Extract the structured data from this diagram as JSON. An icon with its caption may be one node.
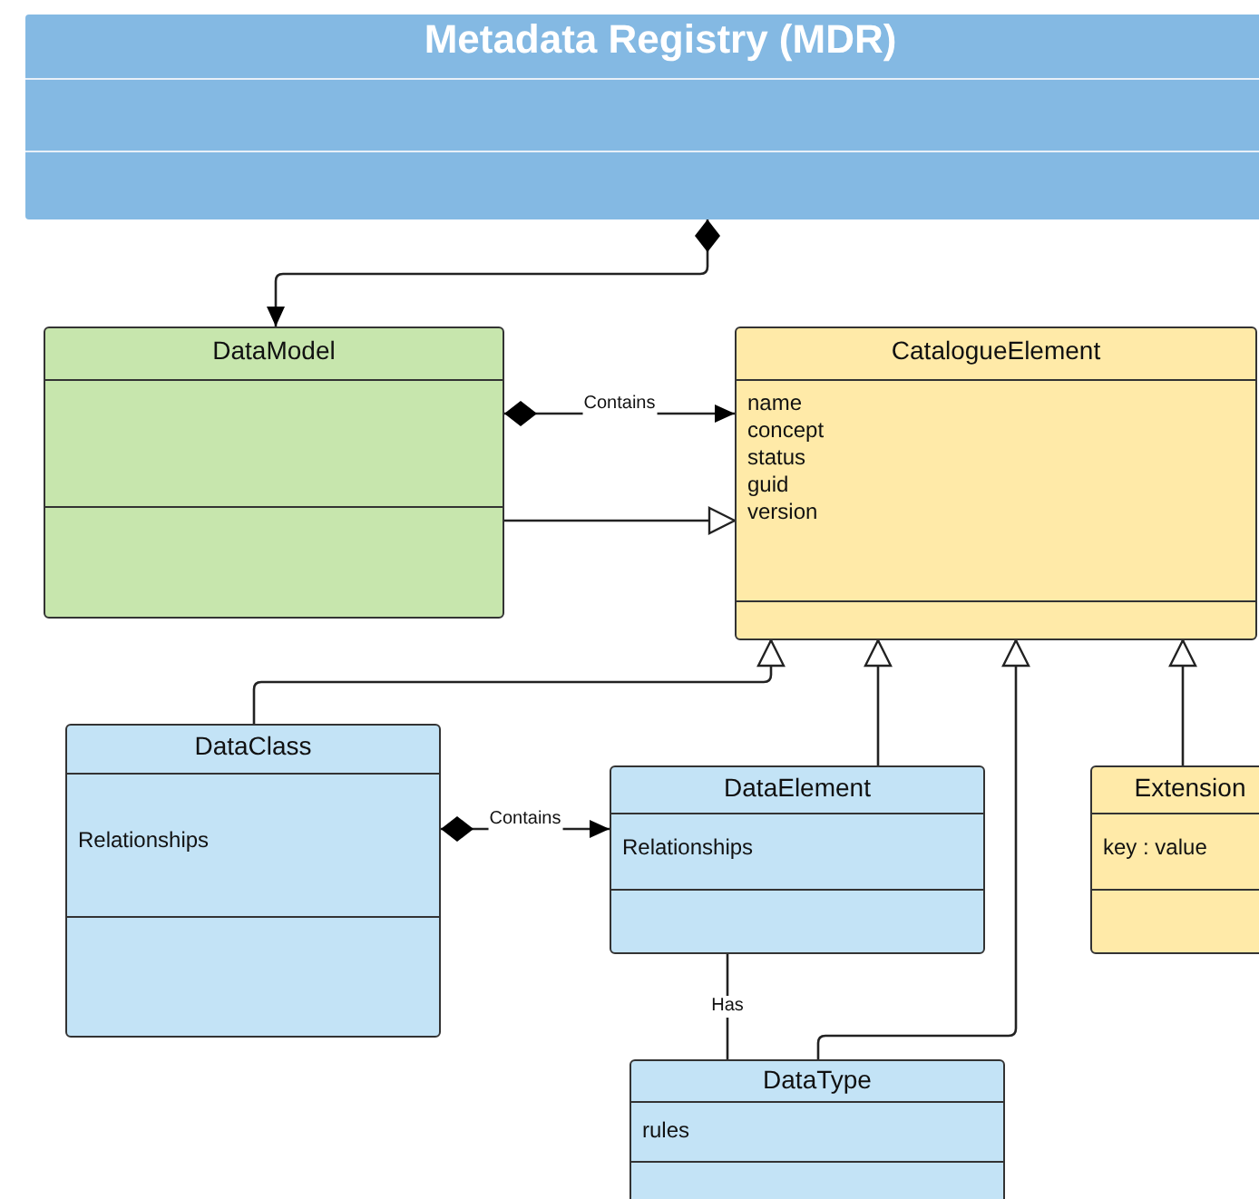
{
  "diagram": {
    "nodes": [
      {
        "text": [
          "Metadata Registry (MDR)"
        ]
      },
      {
        "text": [
          "DataModel"
        ]
      },
      {
        "text": [
          "CatalogueElement",
          "name",
          "concept",
          "status",
          "guid",
          "version"
        ]
      },
      {
        "text": [
          "DataClass",
          "Relationships"
        ]
      },
      {
        "text": [
          "DataElement",
          "Relationships"
        ]
      },
      {
        "text": [
          "Extension",
          "key : value"
        ]
      },
      {
        "text": [
          "DataType",
          "rules"
        ]
      }
    ],
    "edges": [
      {
        "from": 0,
        "to": 1,
        "arrow": "to"
      },
      {
        "from": 1,
        "to": 2,
        "arrow": "to",
        "label": "Contains"
      },
      {
        "from": 1,
        "to": 2,
        "arrow": "to"
      },
      {
        "from": 3,
        "to": 2,
        "arrow": "to"
      },
      {
        "from": 4,
        "to": 2,
        "arrow": "to"
      },
      {
        "from": 6,
        "to": 2,
        "arrow": "to"
      },
      {
        "from": 5,
        "to": 2,
        "arrow": "to"
      },
      {
        "from": 3,
        "to": 4,
        "arrow": "to",
        "label": "Contains"
      },
      {
        "from": 4,
        "to": 6,
        "arrow": "none",
        "label": "Has"
      }
    ]
  }
}
